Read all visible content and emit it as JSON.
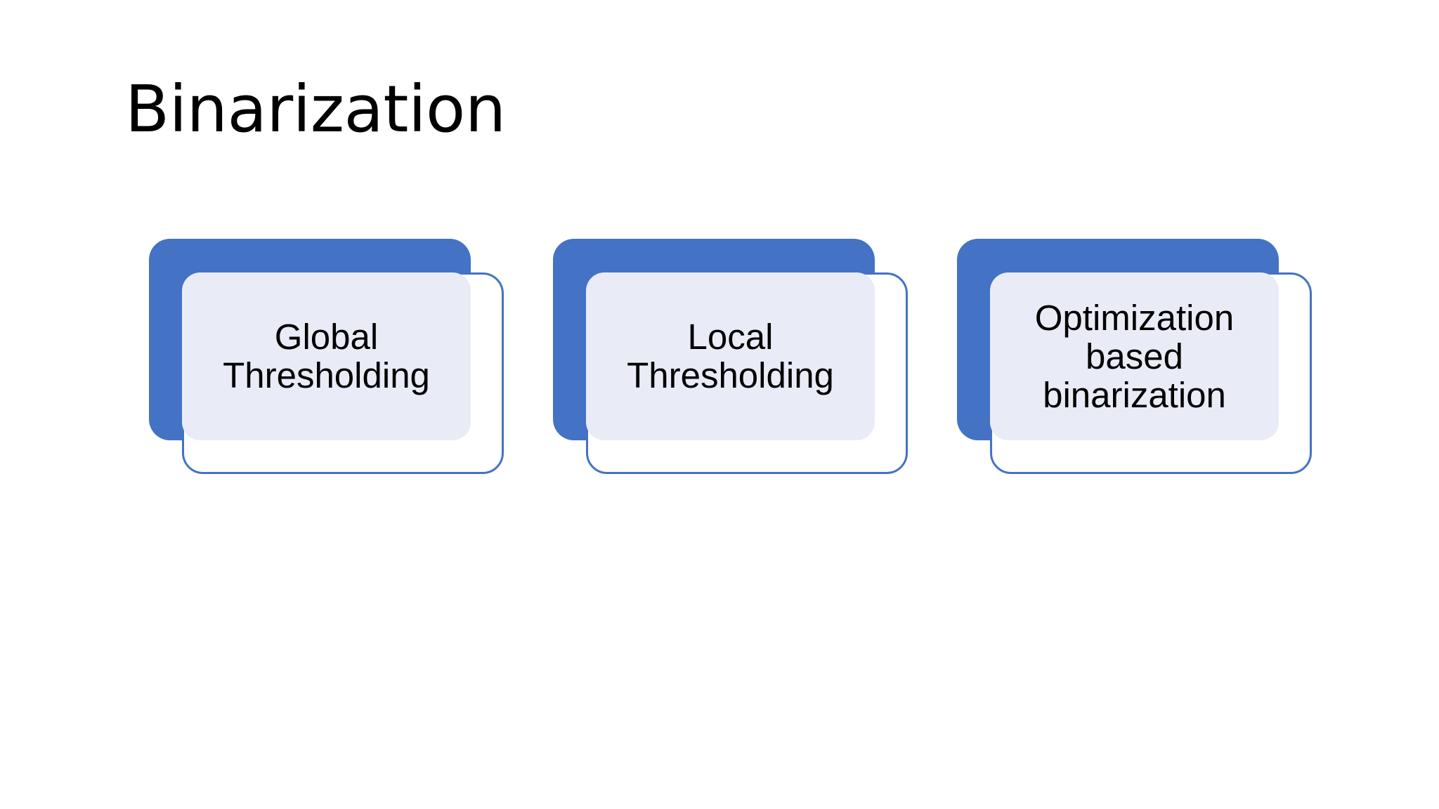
{
  "slide": {
    "title": "Binarization",
    "background_color": "#FFFFFF",
    "accent_color": "#4472C4",
    "panel_fill_color": "#E9ECF7",
    "text_color": "#000000"
  },
  "cards": [
    {
      "id": "global-thresholding",
      "label": "Global\nThresholding"
    },
    {
      "id": "local-thresholding",
      "label": "Local\nThresholding"
    },
    {
      "id": "optimization-based-binarization",
      "label": "Optimization\nbased\nbinarization"
    }
  ]
}
